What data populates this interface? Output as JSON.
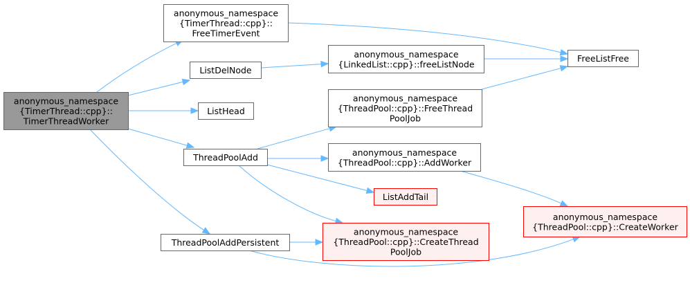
{
  "colors": {
    "edge": "#63b8ff",
    "root_fill": "#999999",
    "root_stroke": "#666666",
    "normal_fill": "#ffffff",
    "normal_stroke": "#666666",
    "highlight_fill": "#fff0f0",
    "highlight_stroke": "#ff0000"
  },
  "nodes": [
    {
      "id": "timer-thread-worker",
      "lines": [
        "anonymous_namespace",
        "{TimerThread::cpp}::",
        "TimerThreadWorker"
      ],
      "style": "root"
    },
    {
      "id": "free-timer-event",
      "lines": [
        "anonymous_namespace",
        "{TimerThread::cpp}::",
        "FreeTimerEvent"
      ],
      "style": "normal"
    },
    {
      "id": "list-del-node",
      "lines": [
        "ListDelNode"
      ],
      "style": "normal"
    },
    {
      "id": "list-head",
      "lines": [
        "ListHead"
      ],
      "style": "normal"
    },
    {
      "id": "thread-pool-add",
      "lines": [
        "ThreadPoolAdd"
      ],
      "style": "normal"
    },
    {
      "id": "thread-pool-add-persistent",
      "lines": [
        "ThreadPoolAddPersistent"
      ],
      "style": "normal"
    },
    {
      "id": "free-list-node",
      "lines": [
        "anonymous_namespace",
        "{LinkedList::cpp}::freeListNode"
      ],
      "style": "normal"
    },
    {
      "id": "free-thread-pool-job",
      "lines": [
        "anonymous_namespace",
        "{ThreadPool::cpp}::FreeThread",
        "PoolJob"
      ],
      "style": "normal"
    },
    {
      "id": "add-worker",
      "lines": [
        "anonymous_namespace",
        "{ThreadPool::cpp}::AddWorker"
      ],
      "style": "normal"
    },
    {
      "id": "list-add-tail",
      "lines": [
        "ListAddTail"
      ],
      "style": "highlight"
    },
    {
      "id": "create-thread-pool-job",
      "lines": [
        "anonymous_namespace",
        "{ThreadPool::cpp}::CreateThread",
        "PoolJob"
      ],
      "style": "highlight"
    },
    {
      "id": "free-list-free",
      "lines": [
        "FreeListFree"
      ],
      "style": "normal"
    },
    {
      "id": "create-worker",
      "lines": [
        "anonymous_namespace",
        "{ThreadPool::cpp}::CreateWorker"
      ],
      "style": "highlight"
    }
  ],
  "edges": [
    {
      "from": "timer-thread-worker",
      "to": "free-timer-event"
    },
    {
      "from": "timer-thread-worker",
      "to": "list-del-node"
    },
    {
      "from": "timer-thread-worker",
      "to": "list-head"
    },
    {
      "from": "timer-thread-worker",
      "to": "thread-pool-add"
    },
    {
      "from": "timer-thread-worker",
      "to": "thread-pool-add-persistent"
    },
    {
      "from": "free-timer-event",
      "to": "free-list-free"
    },
    {
      "from": "list-del-node",
      "to": "free-list-node"
    },
    {
      "from": "free-list-node",
      "to": "free-list-free"
    },
    {
      "from": "free-thread-pool-job",
      "to": "free-list-free"
    },
    {
      "from": "thread-pool-add",
      "to": "free-thread-pool-job"
    },
    {
      "from": "thread-pool-add",
      "to": "add-worker"
    },
    {
      "from": "thread-pool-add",
      "to": "list-add-tail"
    },
    {
      "from": "thread-pool-add",
      "to": "create-thread-pool-job"
    },
    {
      "from": "add-worker",
      "to": "create-worker"
    },
    {
      "from": "thread-pool-add-persistent",
      "to": "create-thread-pool-job"
    },
    {
      "from": "thread-pool-add-persistent",
      "to": "create-worker"
    }
  ]
}
